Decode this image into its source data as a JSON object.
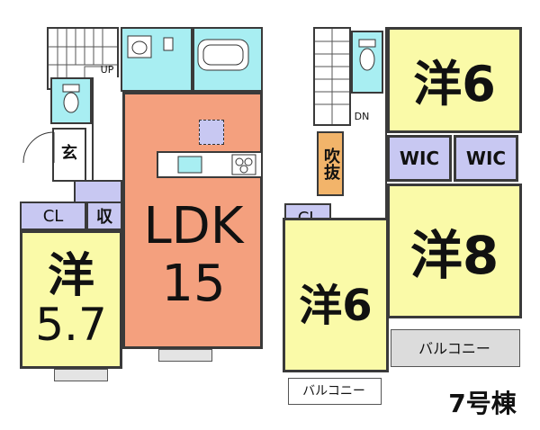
{
  "colors": {
    "ldk": "#f4a07e",
    "western_room": "#fafaa8",
    "wet_area": "#a8eef2",
    "storage": "#c8c8f2",
    "atrium": "#f2b46a",
    "balcony": "#dcdcdc",
    "floor": "#ffffff",
    "wall": "#3a3a3a"
  },
  "floor1": {
    "stair_label": "UP",
    "entrance_label": "玄",
    "closet_label": "CL",
    "storage_label": "収",
    "bedroom_label": "洋",
    "bedroom_size": "5.7",
    "ldk_label": "LDK",
    "ldk_size": "15"
  },
  "floor2": {
    "stair_label": "DN",
    "atrium_label": "吹抜",
    "wic1_label": "WIC",
    "wic2_label": "WIC",
    "room_a_label": "洋6",
    "room_b_label": "洋8",
    "room_c_label": "洋6",
    "closet_label": "CL",
    "balcony1_label": "バルコニー",
    "balcony2_label": "バルコニー"
  },
  "building_label": "7号棟",
  "icons": [
    "stair-icon",
    "toilet-icon",
    "sink-icon",
    "bathtub-icon",
    "kitchen-sink-icon",
    "stove-icon",
    "door-swing-icon",
    "window-icon"
  ]
}
